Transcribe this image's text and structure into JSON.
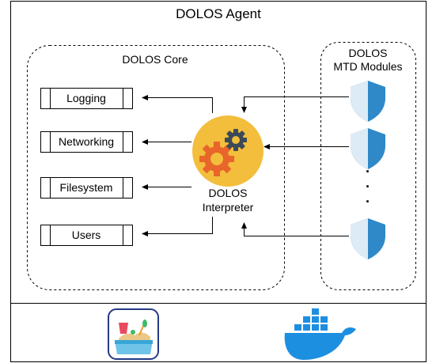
{
  "agent": {
    "title": "DOLOS Agent"
  },
  "core": {
    "title": "DOLOS Core",
    "modules": [
      "Logging",
      "Networking",
      "Filesystem",
      "Users"
    ]
  },
  "interpreter": {
    "line1": "DOLOS",
    "line2": "Interpreter"
  },
  "mtd": {
    "line1": "DOLOS",
    "line2": "MTD Modules",
    "ellipsis": "·"
  },
  "icons": {
    "gears": "gears-icon",
    "shield": "shield-icon",
    "sandbox": "sandbox-icon",
    "docker": "docker-whale-icon"
  },
  "colors": {
    "gear_circle": "#F2BE3C",
    "gear_orange": "#E8652B",
    "gear_dark": "#3C4A57",
    "shield_dark": "#2F89C9",
    "shield_light": "#DDEBF6",
    "docker_blue": "#1D8FE1",
    "sandbox_border": "#233A86"
  }
}
